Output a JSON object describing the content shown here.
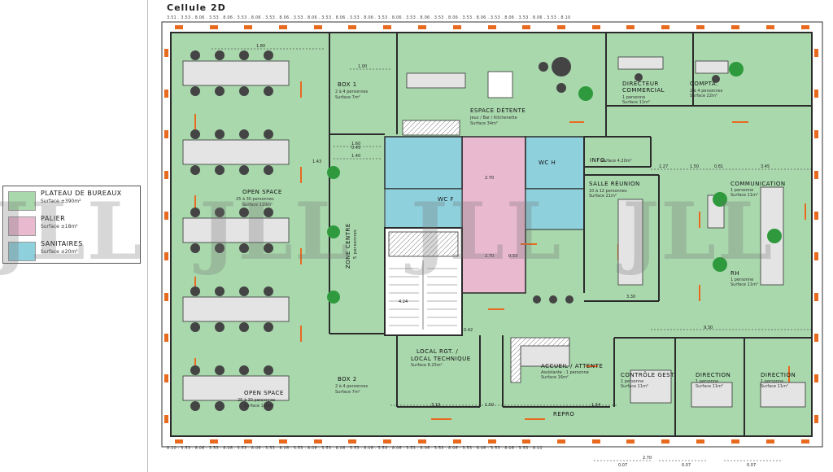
{
  "title": "Cellule 2D",
  "legend": [
    {
      "name": "PLATEAU DE BUREAUX",
      "surface": "Surface ±390m²",
      "color": "#a9d8ad"
    },
    {
      "name": "PALIER",
      "surface": "Surface ±18m²",
      "color": "#e9b9cf"
    },
    {
      "name": "SANITAIRES",
      "surface": "Surface ±20m²",
      "color": "#8fd0dd"
    }
  ],
  "rooms": {
    "open_space": {
      "name": "OPEN SPACE",
      "detail": "25 à 30 personnes",
      "surface": "Surface 110m²"
    },
    "box1": {
      "name": "BOX 1",
      "detail": "2 à 4 personnes",
      "surface": "Surface 7m²"
    },
    "box2": {
      "name": "BOX 2",
      "detail": "2 à 4 personnes",
      "surface": "Surface 7m²"
    },
    "zone": {
      "name": "ZONE CENTRE",
      "detail": "5 personnes"
    },
    "detente": {
      "name": "ESPACE DÉTENTE",
      "detail": "Jeux / Bar / Kitchenette",
      "surface": "Surface 34m²"
    },
    "wc_f": {
      "name": "WC F"
    },
    "wc_h": {
      "name": "WC H"
    },
    "info": {
      "name": "INFO.",
      "surface": "Surface 4.20m²"
    },
    "directeur": {
      "name": "DIRECTEUR",
      "name2": "COMMERCIAL",
      "detail": "1 personne",
      "surface": "Surface 11m²"
    },
    "compta": {
      "name": "COMPTA.",
      "detail": "2 à 4 personnes",
      "surface": "Surface 22m²"
    },
    "reunion": {
      "name": "SALLE RÉUNION",
      "detail": "10 à 12 personnes",
      "surface": "Surface 21m²"
    },
    "communication": {
      "name": "COMMUNICATION",
      "detail": "1 personne",
      "surface": "Surface 11m²"
    },
    "rh": {
      "name": "RH",
      "detail": "1 personne",
      "surface": "Surface 11m²"
    },
    "local": {
      "name": "LOCAL RGT. /",
      "name2": "LOCAL TECHNIQUE",
      "surface": "Surface 8.25m²"
    },
    "accueil": {
      "name": "ACCUEIL / ATTENTE",
      "detail": "Assistante : 1 personne",
      "surface": "Surface 16m²"
    },
    "controle": {
      "name": "CONTRÔLE GEST.",
      "detail": "1 personne",
      "surface": "Surface 11m²"
    },
    "direction1": {
      "name": "DIRECTION",
      "detail": "1 personne",
      "surface": "Surface 11m²"
    },
    "direction2": {
      "name": "DIRECTION",
      "detail": "1 personne",
      "surface": "Surface 11m²"
    },
    "repro": {
      "name": "REPRO"
    }
  },
  "dimensions": {
    "d1": "1.80",
    "d2": "1.00",
    "d3": "1.60",
    "d4": "1.40",
    "d5": "0.45",
    "d6": "1.43",
    "d7": "1.27",
    "d8": "1.50",
    "d9": "0.81",
    "d10": "3.45",
    "d11": "2.70",
    "d12": "2.70",
    "d13": "0.33",
    "d14": "3.30",
    "d15": "0.42",
    "d16": "9.30",
    "d17": "1.54",
    "d18": "3.19",
    "d19": "1.50",
    "d20": "2.70",
    "d21": "0.07",
    "d22": "0.07",
    "d23": "0.07",
    "d24": "4.24"
  },
  "ruler_top": "3.51 . 3.53 . 8.06 . 3.53 . 8.06 . 3.53 . 8.06 . 3.53 . 8.06 . 3.53 . 8.06 . 3.53 . 8.06 . 3.53 . 8.06 . 3.53 . 8.06 . 3.53 . 8.06 . 3.53 . 8.06 . 3.53 . 8.06 . 3.53 . 8.06 . 3.53 . 8.06 . 3.53 . 8.10",
  "ruler_bottom": "8.10 . 3.53 . 8.06 . 3.53 . 8.06 . 3.53 . 8.06 . 3.53 . 8.06 . 3.53 . 8.06 . 3.53 . 8.06 . 3.53 . 8.06 . 3.53 . 8.06 . 3.53 . 8.06 . 3.53 . 8.06 . 3.53 . 8.06 . 3.53 . 8.06 . 3.53 . 8.10",
  "watermark": "JLL",
  "colors": {
    "office": "#a9d8ad",
    "landing": "#e9b9cf",
    "sanitary": "#8fd0dd",
    "wall": "#2b2b2b",
    "accent": "#e86a1f"
  }
}
